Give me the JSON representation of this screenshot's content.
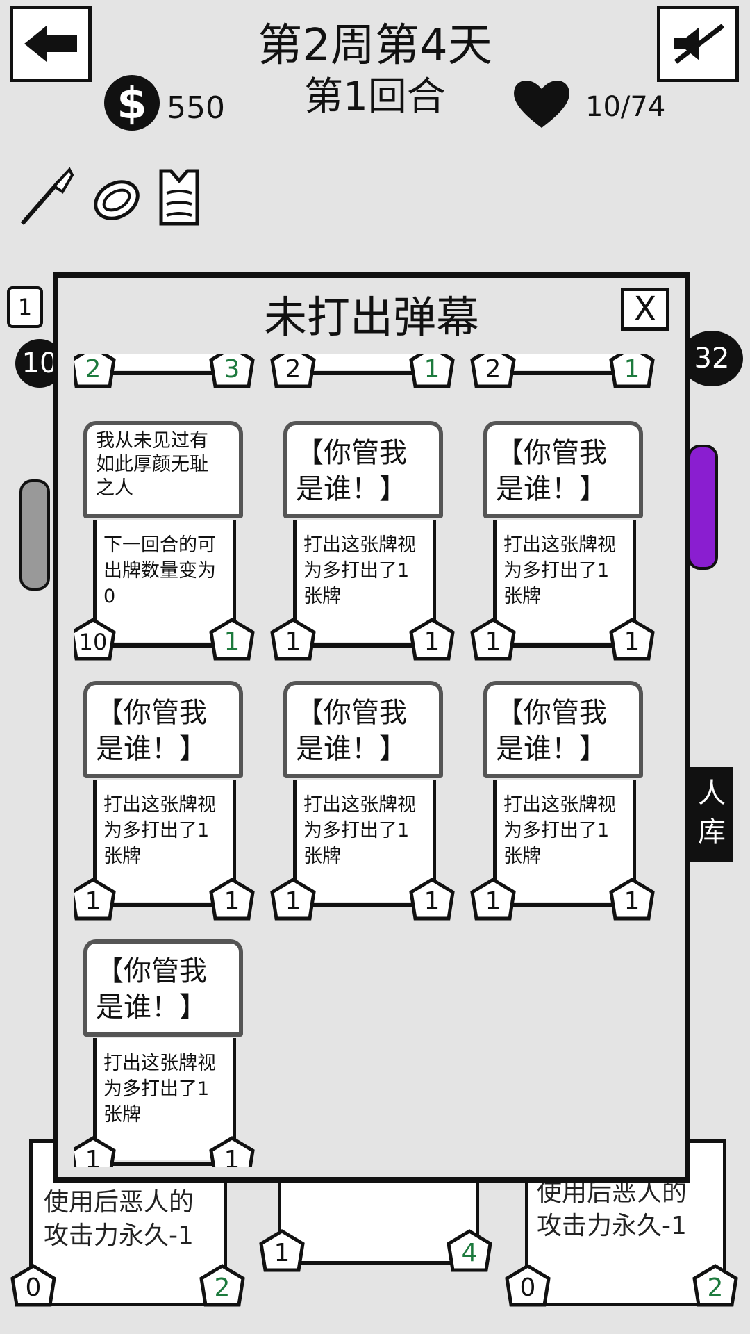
{
  "header": {
    "week_day": "第2周第4天",
    "round": "第1回合",
    "money_symbol": "$",
    "money": "550",
    "health": "10/74"
  },
  "icons": {
    "back": "back-arrow-icon",
    "mute": "sound-muted-icon",
    "relics": [
      "horn-icon",
      "shield-icon",
      "vest-icon"
    ]
  },
  "background": {
    "left_hp_partial": "10",
    "left_shield_partial": "1",
    "enemy_hp": "32",
    "side_label_top": "人",
    "side_label_bottom": "库",
    "bottom_cards": [
      {
        "text": "使用后恶人的\n攻击力永久-1",
        "cost": "0",
        "attack": "2"
      },
      {
        "text": "",
        "cost": "1",
        "attack": "4"
      },
      {
        "text": "使用后恶人的\n攻击力永久-1",
        "cost": "0",
        "attack": "2"
      }
    ]
  },
  "modal": {
    "title": "未打出弹幕",
    "close_label": "X",
    "partial_row": [
      {
        "cost": "2",
        "attack": "3",
        "attack_color": "#1d7a3d"
      },
      {
        "cost": "2",
        "attack": "1",
        "attack_color": "#1d7a3d"
      },
      {
        "cost": "2",
        "attack": "1",
        "attack_color": "#1d7a3d"
      }
    ],
    "cards": [
      {
        "title": "我从未见过有\n如此厚颜无耻\n之人",
        "desc": "下一回合的可\n出牌数量变为\n0",
        "cost": "10",
        "attack": "1",
        "attack_color": "#1d7a3d"
      },
      {
        "title": "【你管我\n是谁！】",
        "desc": "打出这张牌视\n为多打出了1\n张牌",
        "cost": "1",
        "attack": "1",
        "attack_color": "#111111"
      },
      {
        "title": "【你管我\n是谁！】",
        "desc": "打出这张牌视\n为多打出了1\n张牌",
        "cost": "1",
        "attack": "1",
        "attack_color": "#111111"
      },
      {
        "title": "【你管我\n是谁！】",
        "desc": "打出这张牌视\n为多打出了1\n张牌",
        "cost": "1",
        "attack": "1",
        "attack_color": "#111111"
      },
      {
        "title": "【你管我\n是谁！】",
        "desc": "打出这张牌视\n为多打出了1\n张牌",
        "cost": "1",
        "attack": "1",
        "attack_color": "#111111"
      },
      {
        "title": "【你管我\n是谁！】",
        "desc": "打出这张牌视\n为多打出了1\n张牌",
        "cost": "1",
        "attack": "1",
        "attack_color": "#111111"
      },
      {
        "title": "【你管我\n是谁！】",
        "desc": "打出这张牌视\n为多打出了1\n张牌",
        "cost": "1",
        "attack": "1",
        "attack_color": "#111111"
      }
    ]
  }
}
